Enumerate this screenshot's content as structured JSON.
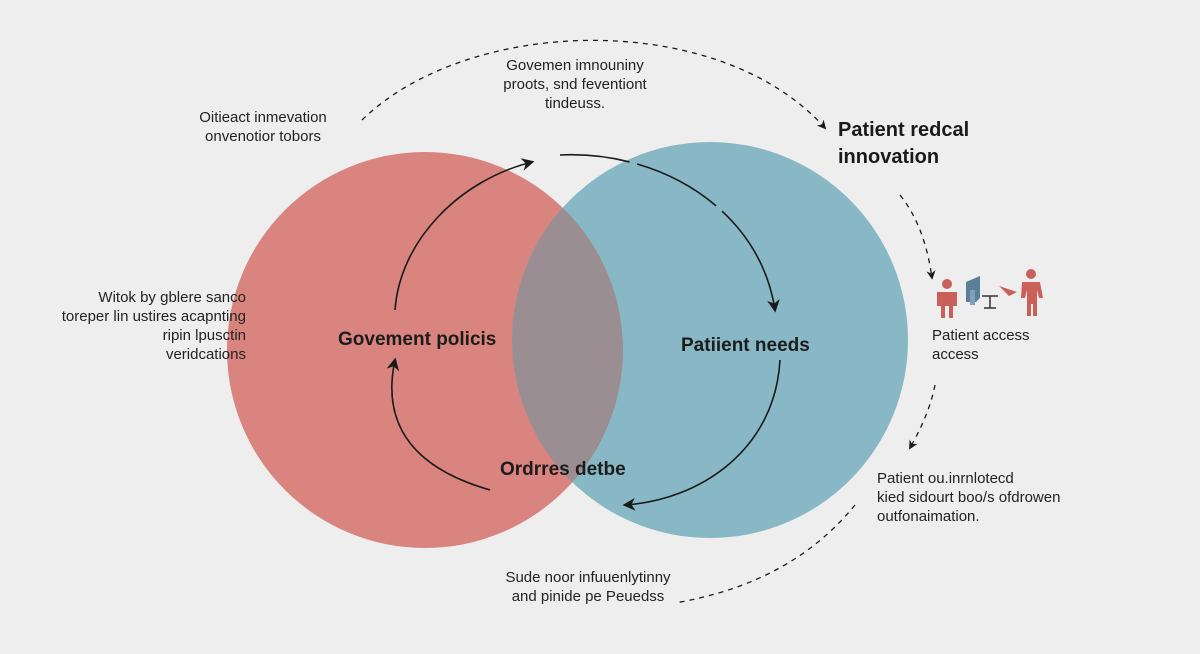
{
  "colors": {
    "background": "#eeeeee",
    "left_circle": "#d9847f",
    "right_circle": "#88b8c5",
    "overlap": "#9a8e92",
    "arrow": "#1a1a1a",
    "person_icon": "#c9605a",
    "device_icon": "#5a7f99"
  },
  "circles": {
    "left_label": "Govement policis",
    "right_label": "Patiient needs",
    "overlap_label": "Ordrres detbe"
  },
  "annotations": {
    "top_center": [
      "Govemen imnouniny",
      "proots, snd feventiont",
      "tindeuss."
    ],
    "top_left": [
      "Oitieact inmevation",
      "onvenotior tobors"
    ],
    "top_right_title": [
      "Patient redcal",
      "innovation"
    ],
    "left_middle": [
      "Witok by ɡblere sanco",
      "toreper lin ustires acapnting",
      "ripin lpusctin",
      "veridcations"
    ],
    "patient_access": [
      "Patient access",
      "access"
    ],
    "right_lower": [
      "Patient ou.inrnlotecd",
      "kied sidourt boo/s ofdrowen",
      "outfonaimation."
    ],
    "bottom_center": [
      "Sude noor infuuenlytinny",
      "and pinide pe Peuedss"
    ]
  },
  "icons": [
    "person-icon",
    "device-icon",
    "pointer-arrow-icon",
    "person-icon"
  ]
}
